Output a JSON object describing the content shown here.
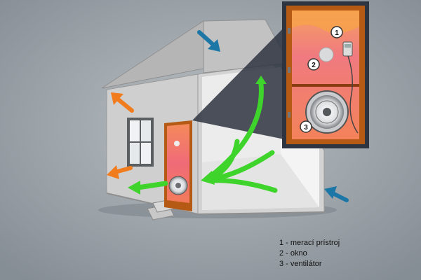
{
  "legend": {
    "items": [
      {
        "number": "1",
        "label": "1 - merací prístroj"
      },
      {
        "number": "2",
        "label": "2 - okno"
      },
      {
        "number": "3",
        "label": "3 - ventilátor"
      }
    ]
  },
  "callouts": {
    "meter": "1",
    "window": "2",
    "fan": "3"
  },
  "colors": {
    "background": "#9aa2a8",
    "air_out": "#f07c1e",
    "air_in": "#1c76a6",
    "airflow": "#3fd42c",
    "door_frame": "#b45a14",
    "door_panel": "#f06b6b"
  }
}
